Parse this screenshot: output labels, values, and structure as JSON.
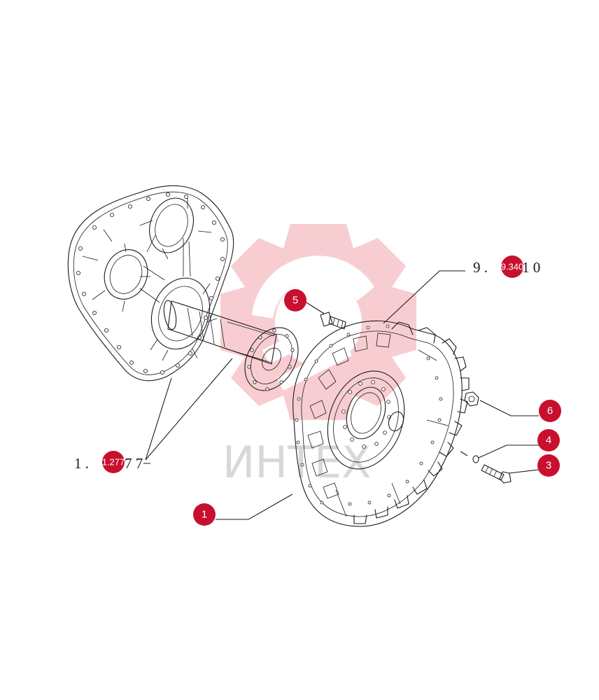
{
  "watermark": {
    "text": "ИНТЕХ",
    "color": "#f4a5ac",
    "icon": "gear-logo-icon"
  },
  "references": [
    {
      "id": "ref-top",
      "prefix": "9 .",
      "badge": "9.340",
      "suffix": "1 0"
    },
    {
      "id": "ref-left",
      "prefix": "1 .",
      "badge": "1.277",
      "suffix": "7 7"
    }
  ],
  "callouts": [
    {
      "id": "1",
      "label": "1"
    },
    {
      "id": "3",
      "label": "3"
    },
    {
      "id": "4",
      "label": "4"
    },
    {
      "id": "5",
      "label": "5"
    },
    {
      "id": "6",
      "label": "6"
    }
  ],
  "colors": {
    "callout": "#c8102e",
    "line": "#1a1a1a",
    "watermark": "#f4a5ac"
  }
}
